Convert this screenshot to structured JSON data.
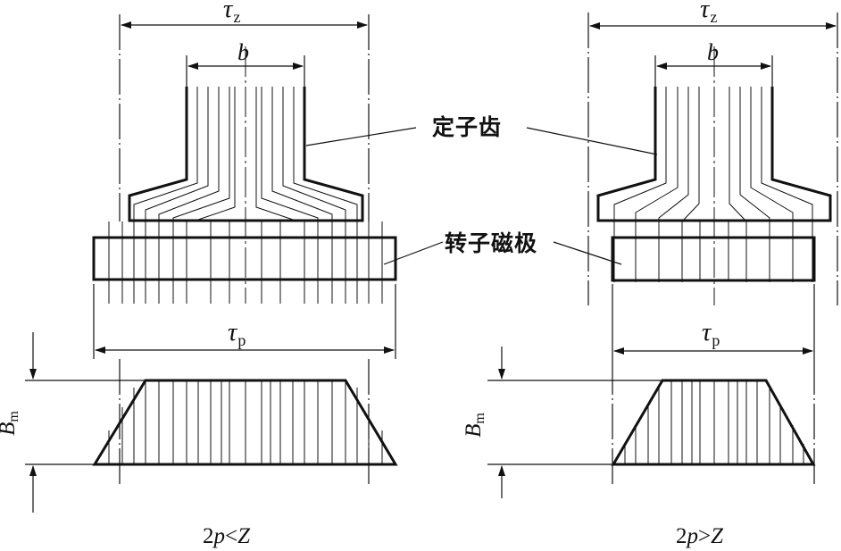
{
  "labels": {
    "tau": "τ",
    "sub_z": "z",
    "sub_p": "p",
    "b": "b",
    "stator_tooth": "定子齿",
    "rotor_pole": "转子磁极",
    "B": "B",
    "sub_m": "m"
  },
  "panels": [
    {
      "condition_num": "2",
      "condition_var": "p",
      "condition_op": "<",
      "condition_rhs": "Z"
    },
    {
      "condition_num": "2",
      "condition_var": "p",
      "condition_op": ">",
      "condition_rhs": "Z"
    }
  ]
}
